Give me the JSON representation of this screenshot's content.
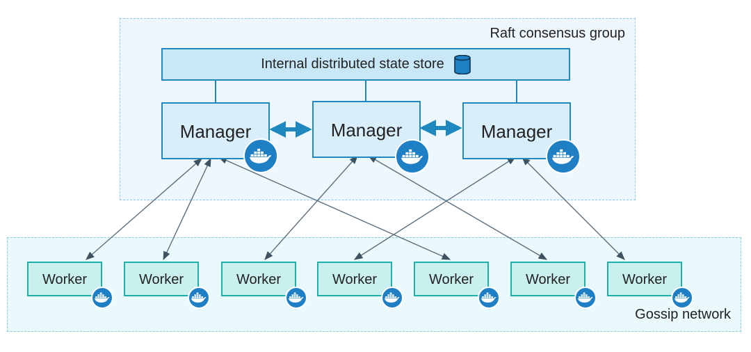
{
  "raft_group": {
    "label": "Raft consensus group"
  },
  "gossip_group": {
    "label": "Gossip network"
  },
  "state_store": {
    "label": "Internal distributed state store",
    "icon": "database-icon"
  },
  "managers": [
    {
      "label": "Manager",
      "icon": "docker-whale-icon"
    },
    {
      "label": "Manager",
      "icon": "docker-whale-icon"
    },
    {
      "label": "Manager",
      "icon": "docker-whale-icon"
    }
  ],
  "workers": [
    {
      "label": "Worker",
      "icon": "docker-whale-icon"
    },
    {
      "label": "Worker",
      "icon": "docker-whale-icon"
    },
    {
      "label": "Worker",
      "icon": "docker-whale-icon"
    },
    {
      "label": "Worker",
      "icon": "docker-whale-icon"
    },
    {
      "label": "Worker",
      "icon": "docker-whale-icon"
    },
    {
      "label": "Worker",
      "icon": "docker-whale-icon"
    },
    {
      "label": "Worker",
      "icon": "docker-whale-icon"
    }
  ],
  "colors": {
    "manager_border": "#1e88bf",
    "worker_border": "#1bb0a8",
    "badge": "#1f7fc4",
    "link": "#5a6e7c"
  }
}
